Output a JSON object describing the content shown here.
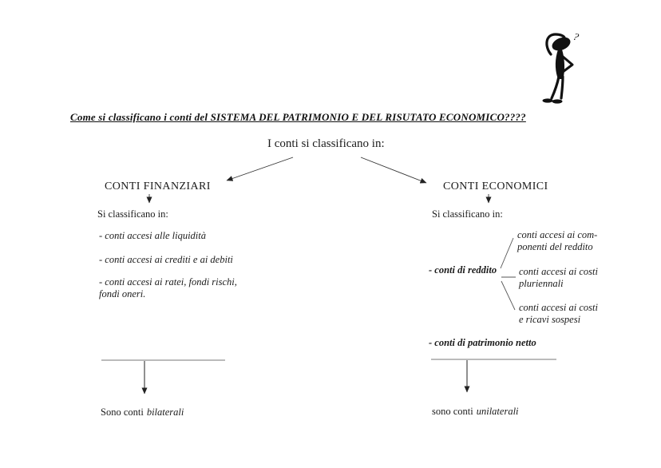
{
  "page": {
    "title": "Come si classificano i conti del SISTEMA DEL PATRIMONIO E DEL RISUTATO ECONOMICO????",
    "intro": "I conti si classificano in:"
  },
  "left": {
    "heading": "CONTI FINANZIARI",
    "subheading": "Si classificano in:",
    "items": [
      "- conti accesi alle liquidità",
      "- conti accesi ai crediti e ai debiti",
      "- conti accesi ai ratei, fondi rischi,\nfondi oneri."
    ],
    "footer": {
      "prefix": "Sono conti",
      "emphasis": "bilaterali"
    }
  },
  "right": {
    "heading": "CONTI ECONOMICI",
    "subheading": "Si classificano in:",
    "reddito_label": "- conti di reddito",
    "branches": [
      "conti accesi ai com-\nponenti del reddito",
      "conti accesi ai costi\npluriennali",
      "conti accesi ai costi\ne ricavi sospesi"
    ],
    "patrimonio_label": "- conti di patrimonio netto",
    "footer": {
      "prefix": "sono conti",
      "emphasis": "unilaterali"
    }
  },
  "figure": {
    "question_mark": "?"
  },
  "colors": {
    "ink": "#1b1b1b",
    "line_gray": "#777777",
    "arrow": "#222222",
    "background": "#ffffff"
  }
}
